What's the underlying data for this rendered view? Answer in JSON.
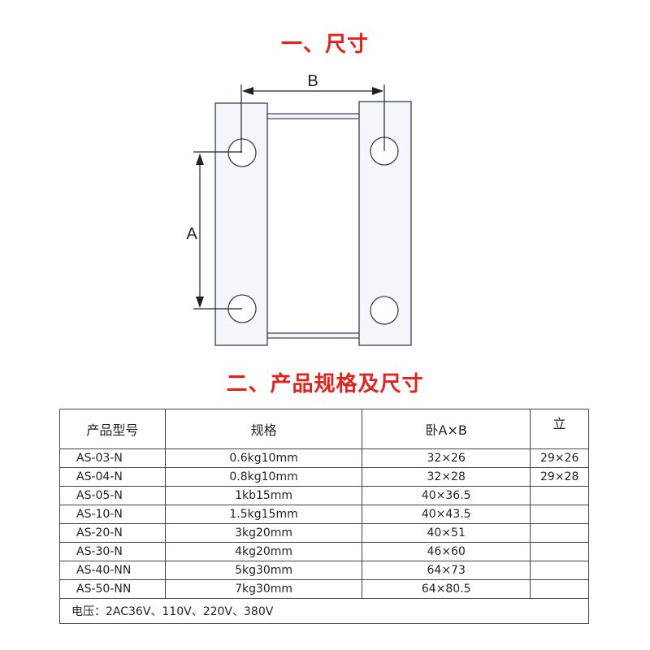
{
  "section1_title": "一、尺寸",
  "section2_title": "二、产品规格及尺寸",
  "diagram": {
    "label_a": "A",
    "label_b": "B"
  },
  "table": {
    "headers": {
      "model": "产品型号",
      "spec": "规格",
      "horizontal": "卧A×B",
      "vertical": "立"
    },
    "rows": [
      {
        "model": "AS-03-N",
        "spec": "0.6kg10mm",
        "horizontal": "32×26",
        "vertical": "29×26"
      },
      {
        "model": "AS-04-N",
        "spec": "0.8kg10mm",
        "horizontal": "32×28",
        "vertical": "29×28"
      },
      {
        "model": "AS-05-N",
        "spec": "1kb15mm",
        "horizontal": "40×36.5",
        "vertical": ""
      },
      {
        "model": "AS-10-N",
        "spec": "1.5kg15mm",
        "horizontal": "40×43.5",
        "vertical": ""
      },
      {
        "model": "AS-20-N",
        "spec": "3kg20mm",
        "horizontal": "40×51",
        "vertical": ""
      },
      {
        "model": "AS-30-N",
        "spec": "4kg20mm",
        "horizontal": "46×60",
        "vertical": ""
      },
      {
        "model": "AS-40-NN",
        "spec": "5kg30mm",
        "horizontal": "64×73",
        "vertical": ""
      },
      {
        "model": "AS-50-NN",
        "spec": "7kg30mm",
        "horizontal": "64×80.5",
        "vertical": ""
      }
    ],
    "note": "电压：2AC36V、110V、220V、380V"
  },
  "colors": {
    "title": "#e8201c",
    "diagram_fill": "#f4f6fa",
    "diagram_stroke": "#3a3f4a"
  }
}
